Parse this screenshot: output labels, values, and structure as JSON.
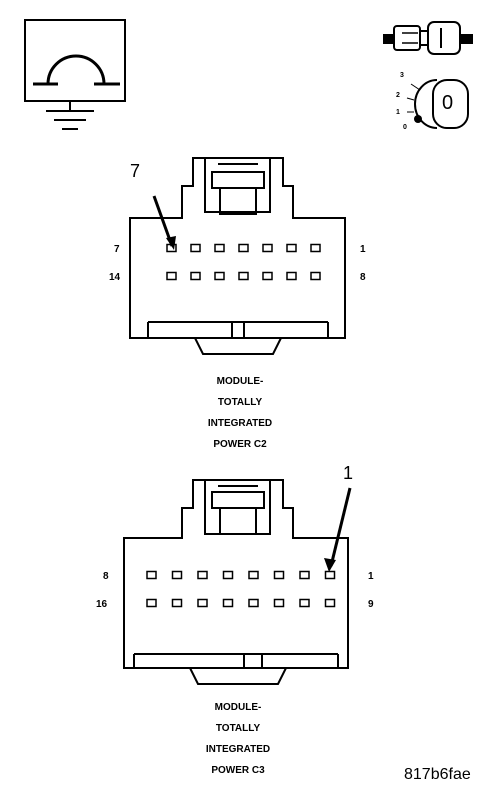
{
  "symbols": {
    "ground_icon": "ground-symbol-icon",
    "connector_icon": "inline-connector-icon",
    "ignition_icon": "ignition-switch-icon",
    "ignition_positions": [
      "3",
      "2",
      "1",
      "0"
    ],
    "ignition_key_label": "0"
  },
  "connectors": [
    {
      "caption": [
        "MODULE-",
        "TOTALLY",
        "INTEGRATED",
        "POWER C2"
      ],
      "callout": "7",
      "top_row": {
        "left": "7",
        "right": "1"
      },
      "bottom_row": {
        "left": "14",
        "right": "8"
      },
      "pins_per_row": 7
    },
    {
      "caption": [
        "MODULE-",
        "TOTALLY",
        "INTEGRATED",
        "POWER C3"
      ],
      "callout": "1",
      "top_row": {
        "left": "8",
        "right": "1"
      },
      "bottom_row": {
        "left": "16",
        "right": "9"
      },
      "pins_per_row": 8
    }
  ],
  "figure_id": "817b6fae",
  "colors": {
    "ink": "#000000",
    "paper": "#ffffff"
  }
}
